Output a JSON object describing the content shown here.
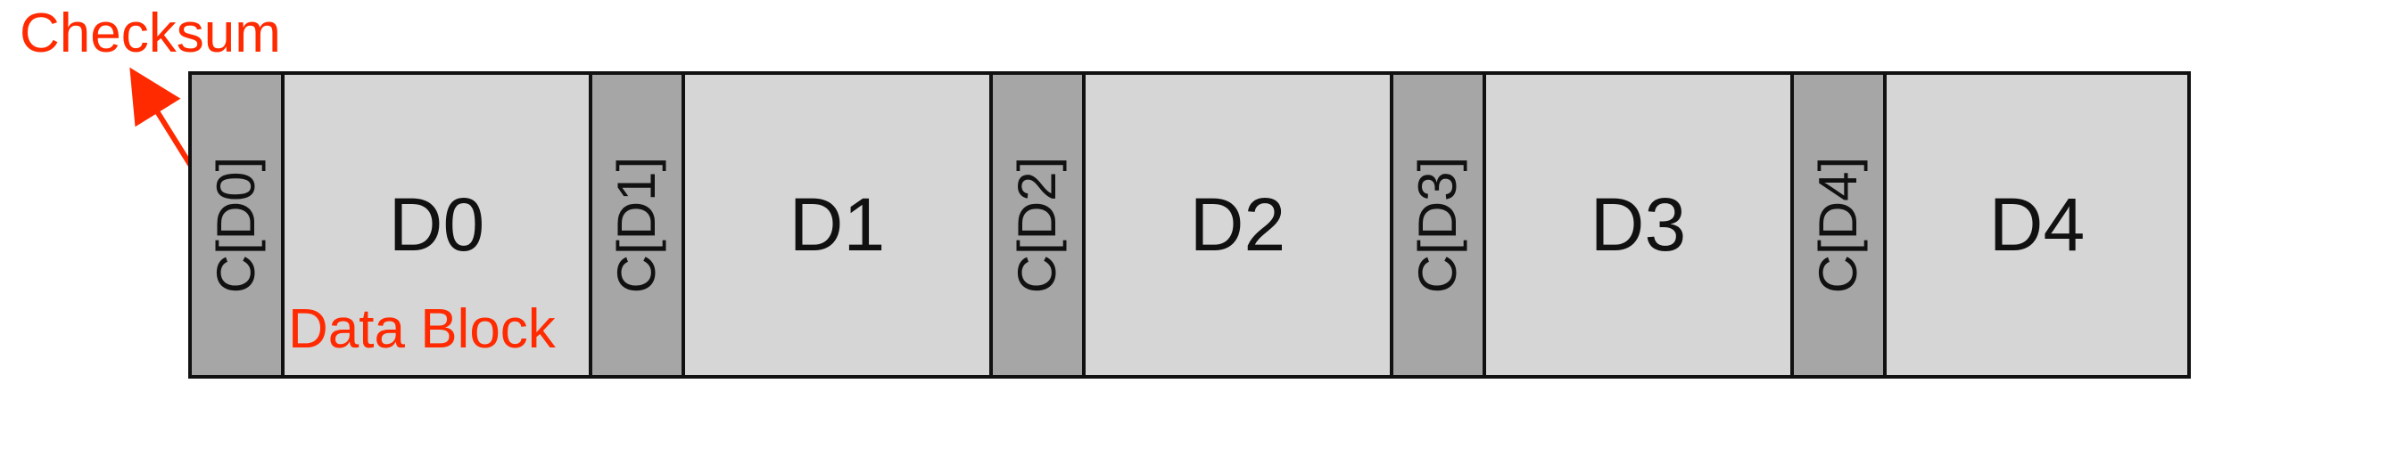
{
  "annotations": {
    "checksum": "Checksum",
    "data_block": "Data Block"
  },
  "segments": [
    {
      "type": "checksum",
      "label": "C[D0]"
    },
    {
      "type": "data",
      "label": "D0"
    },
    {
      "type": "checksum",
      "label": "C[D1]"
    },
    {
      "type": "data",
      "label": "D1"
    },
    {
      "type": "checksum",
      "label": "C[D2]"
    },
    {
      "type": "data",
      "label": "D2"
    },
    {
      "type": "checksum",
      "label": "C[D3]"
    },
    {
      "type": "data",
      "label": "D3"
    },
    {
      "type": "checksum",
      "label": "C[D4]"
    },
    {
      "type": "data",
      "label": "D4"
    }
  ],
  "colors": {
    "checksum_fill": "#a6a6a6",
    "data_fill": "#d6d6d6",
    "annotation": "#ff2a00",
    "border": "#111111"
  }
}
